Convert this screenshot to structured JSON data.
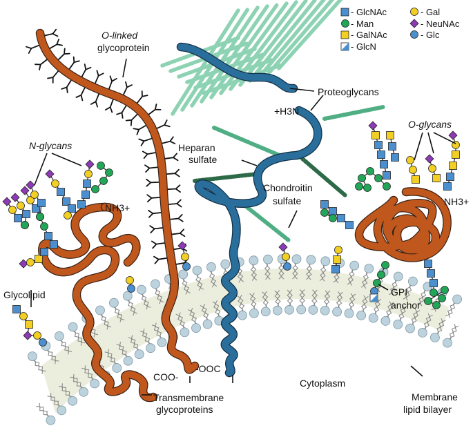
{
  "legend": {
    "items": [
      {
        "symbol": "square",
        "color": "#4b8fcf",
        "label": "- GlcNAc"
      },
      {
        "symbol": "circle",
        "color": "#f2cf22",
        "label": "- Gal"
      },
      {
        "symbol": "circle",
        "color": "#22a657",
        "label": "- Man"
      },
      {
        "symbol": "diamond",
        "color": "#8d3ab5",
        "label": "- NeuNAc"
      },
      {
        "symbol": "square",
        "color": "#f2cf22",
        "label": "- GalNAc"
      },
      {
        "symbol": "circle",
        "color": "#4b8fcf",
        "label": "- Glc"
      },
      {
        "symbol": "half-square",
        "color": "#4b8fcf",
        "label": "- GlcN"
      }
    ]
  },
  "labels": {
    "o_linked_1": "O-linked",
    "o_linked_2": "glycoprotein",
    "proteoglycans": "Proteoglycans",
    "h3n": "+H3N",
    "heparan_1": "Heparan",
    "heparan_2": "sulfate",
    "chondroitin_1": "Chondroitin",
    "chondroitin_2": "sulfate",
    "n_glycans": "N-glycans",
    "o_glycans": "O-glycans",
    "nh3_left": "NH3+",
    "nh3_right": "NH3+",
    "glycolipid": "Glycolipid",
    "gpi_1": "GPI",
    "gpi_2": "anchor",
    "coo_1": "COO-",
    "coo_2": "-OOC",
    "transmembrane_1": "Transmembrane",
    "transmembrane_2": "glycoproteins",
    "cytoplasm": "Cytoplasm",
    "membrane_1": "Membrane",
    "membrane_2": "lipid bilayer"
  },
  "colors": {
    "protein": "#c0581e",
    "proteoglycan_core": "#2a6f9c",
    "gag_chain": "#4fae83",
    "gag_chain_dark": "#2d6b48",
    "bilayer_fill": "#eceedd",
    "lipid_head": "#bcd2dd"
  }
}
